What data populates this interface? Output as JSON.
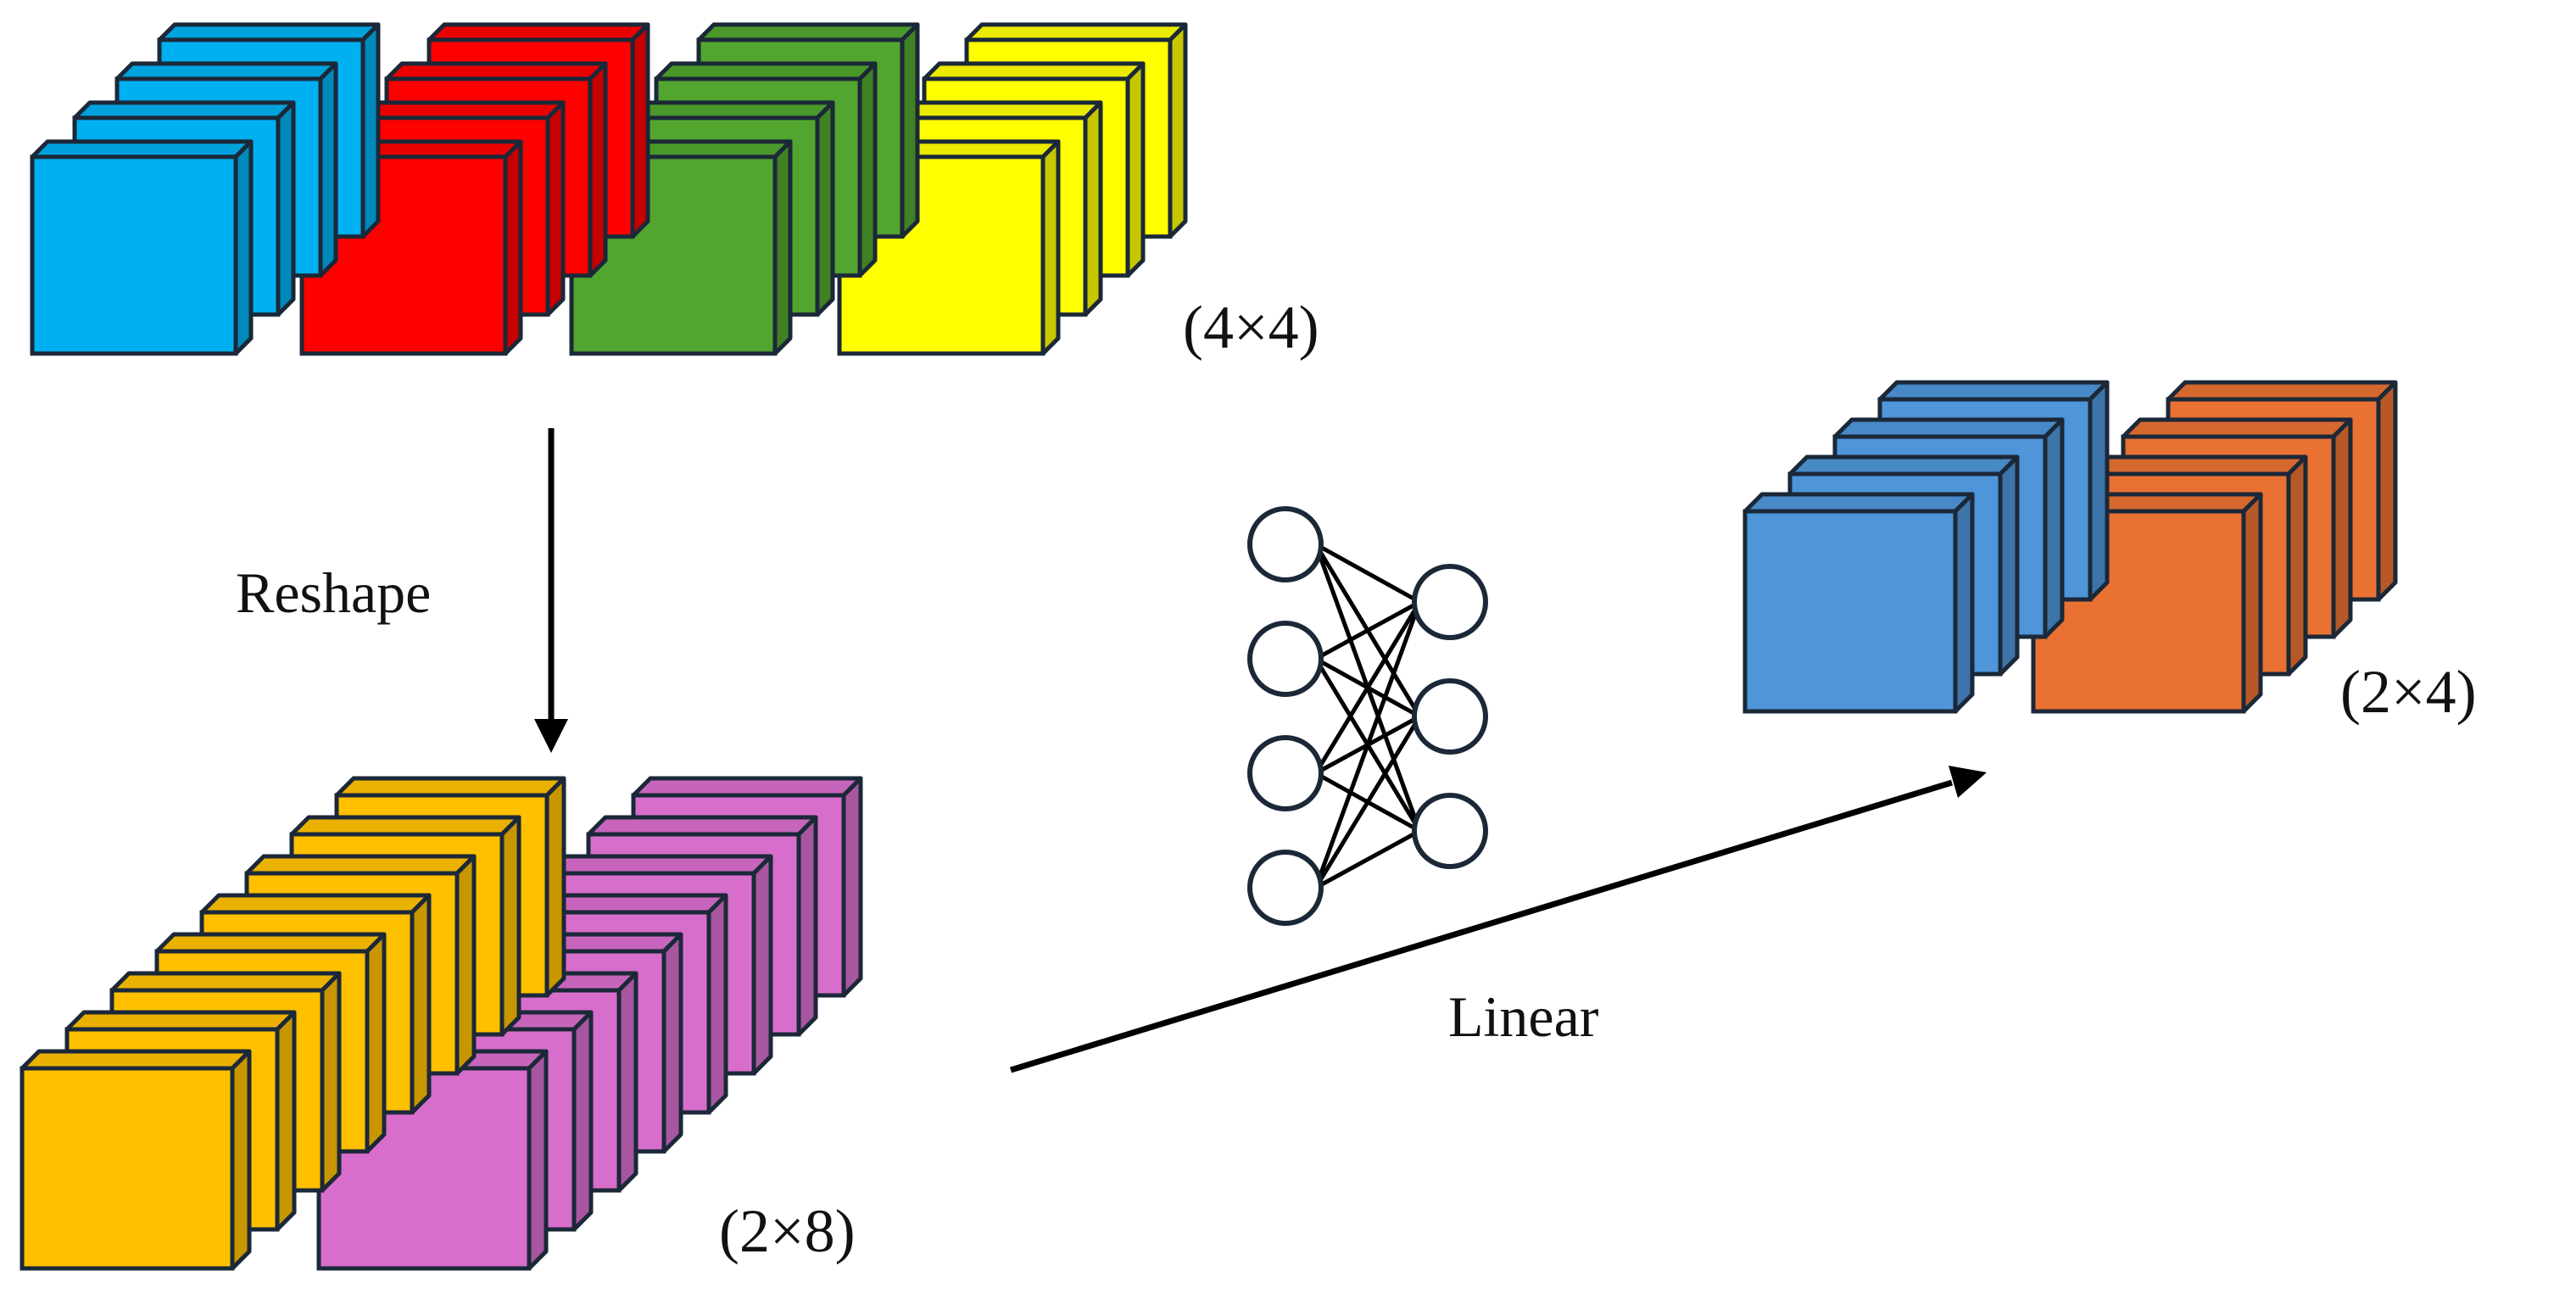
{
  "labels": {
    "input_shape": "(4×4)",
    "reshaped_shape": "(2×8)",
    "output_shape": "(2×4)",
    "reshape": "Reshape",
    "linear": "Linear"
  },
  "colors": {
    "input_groups": [
      "#00B0F0",
      "#FF0000",
      "#52A52E",
      "#FFFF00"
    ],
    "reshaped_groups": [
      "#FFC000",
      "#D86ECC"
    ],
    "output_groups": [
      "#4E95D9",
      "#E97132"
    ],
    "edge": "#1B2838",
    "arrow": "#000000"
  },
  "stacks": {
    "input": {
      "groups": 4,
      "cubes_per_group": 4
    },
    "reshaped": {
      "groups": 2,
      "cubes_per_group": 8
    },
    "output": {
      "groups": 2,
      "cubes_per_group": 4
    }
  },
  "network": {
    "input_nodes": 4,
    "output_nodes": 3,
    "fully_connected": true,
    "icon": "neural-network-icon"
  }
}
